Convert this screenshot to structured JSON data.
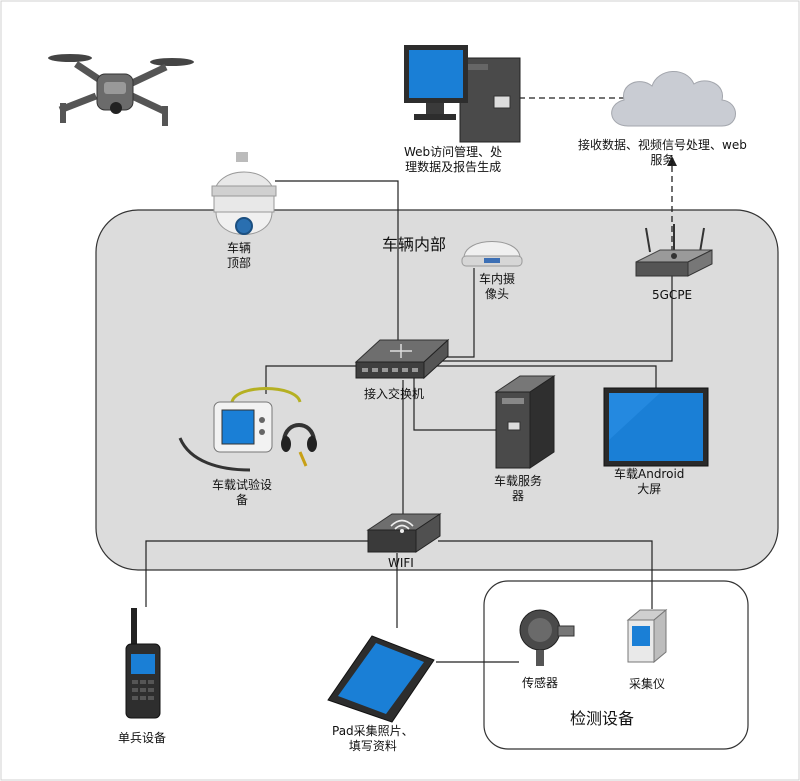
{
  "regions": {
    "vehicle_interior": "车辆内部",
    "inspection_devices": "检测设备"
  },
  "nodes": {
    "web_pc": [
      "Web访问管理、处",
      "理数据及报告生成"
    ],
    "cloud": [
      "接收数据、视频信号处理、web",
      "服务"
    ],
    "roof_camera": [
      "车辆",
      "顶部"
    ],
    "cabin_camera": [
      "车内摄",
      "像头"
    ],
    "cpe": [
      "5GCPE"
    ],
    "switch": [
      "接入交换机"
    ],
    "test_device": [
      "车载试验设",
      "备"
    ],
    "server": [
      "车载服务",
      "器"
    ],
    "android_screen": [
      "车载Android",
      "大屏"
    ],
    "wifi": [
      "WIFI"
    ],
    "handheld": [
      "单兵设备"
    ],
    "pad": [
      "Pad采集照片、",
      "填写资料"
    ],
    "sensor": [
      "传感器"
    ],
    "collector": [
      "采集仪"
    ]
  },
  "colors": {
    "interior_fill": "#dcdcdc",
    "screen_blue": "#1a7fd6",
    "device_dark": "#3a3a3a",
    "line": "#222222"
  },
  "icons": [
    "drone-icon",
    "pc-icon",
    "cloud-icon",
    "dome-camera-icon",
    "cabin-camera-icon",
    "router-icon",
    "switch-icon",
    "test-device-icon",
    "server-icon",
    "monitor-icon",
    "wifi-ap-icon",
    "radio-icon",
    "tablet-icon",
    "sensor-icon",
    "collector-icon"
  ]
}
